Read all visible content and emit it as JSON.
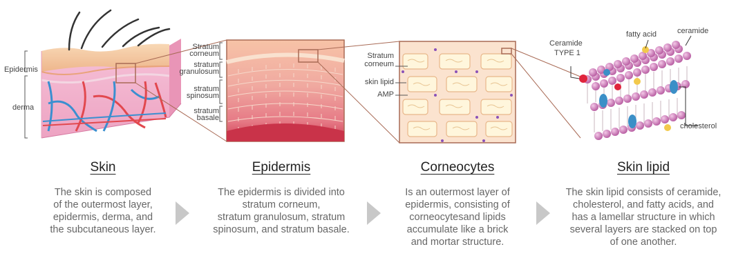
{
  "labels": {
    "epidermis": "Epidermis",
    "derma": "derma",
    "stratum_corneum_1": "Stratum",
    "stratum_corneum_2": "corneum",
    "stratum_granulosum_1": "stratum",
    "stratum_granulosum_2": "granulosum",
    "stratum_spinosum_1": "stratum",
    "stratum_spinosum_2": "spinosum",
    "stratum_basale_1": "stratum",
    "stratum_basale_2": "basale",
    "corneo_stratum_1": "Stratum",
    "corneo_stratum_2": "corneum",
    "skin_lipid": "skin lipid",
    "amp": "AMP",
    "ceramide_type1_1": "Ceramide",
    "ceramide_type1_2": "TYPE 1",
    "fatty_acid": "fatty acid",
    "ceramide": "ceramide",
    "cholesterol": "cholesterol"
  },
  "sections": [
    {
      "title": "Skin",
      "lines": [
        "The skin is composed",
        "of the outermost layer,",
        "epidermis, derma, and",
        "the subcutaneous layer."
      ]
    },
    {
      "title": "Epidermis",
      "lines": [
        "The epidermis is divided into",
        "stratum corneum,",
        "stratum granulosum, stratum",
        "spinosum, and stratum basale."
      ]
    },
    {
      "title": "Corneocytes",
      "lines": [
        "Is an outermost layer of",
        "epidermis, consisting of",
        "corneocytesand lipids",
        "accumulate like a brick",
        "and mortar structure."
      ]
    },
    {
      "title": "Skin lipid",
      "lines": [
        "The skin lipid consists of ceramide,",
        "cholesterol, and fatty acids, and",
        "has a lamellar structure in which",
        "several layers are stacked on top",
        "of one another."
      ]
    }
  ],
  "colors": {
    "frame": "#a86a55",
    "skin_top": "#f4c9a4",
    "derma": "#f3b8cf",
    "cell_bg": "#fbe3cf",
    "brick": "#fff6dc",
    "sphere": "#c77ab3",
    "amp": "#8a52b8"
  }
}
